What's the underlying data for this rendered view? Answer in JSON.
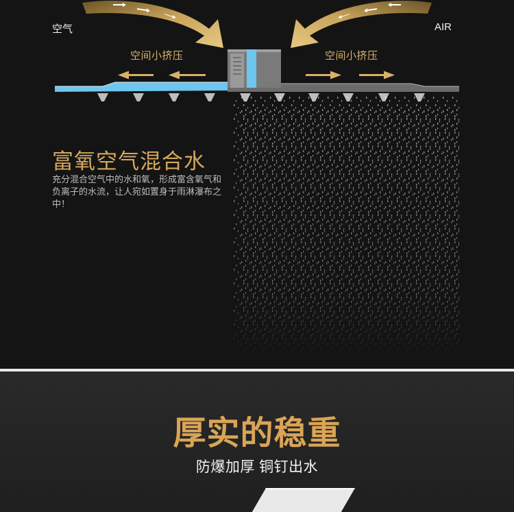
{
  "diagram": {
    "air_left_label": "空气",
    "air_right_label": "AIR",
    "squeeze_left_label": "空间小挤压",
    "squeeze_right_label": "空间小挤压"
  },
  "feature_1": {
    "title": "富氧空气混合水",
    "description": "充分混合空气中的水和氧，形成富含氧气和负离子的水流，让人宛如置身于雨淋瀑布之中！"
  },
  "feature_2": {
    "title": "厚实的稳重",
    "subtitle": "防爆加厚 铜钉出水"
  },
  "colors": {
    "gold": "#d4a85c",
    "water_blue": "#6ec6ef",
    "background": "#141414",
    "panel_gray": "#707070"
  },
  "icons": [
    "gold-air-arrow-icon",
    "white-direction-arrow-icon",
    "nozzle-icon",
    "water-spray-icon"
  ]
}
